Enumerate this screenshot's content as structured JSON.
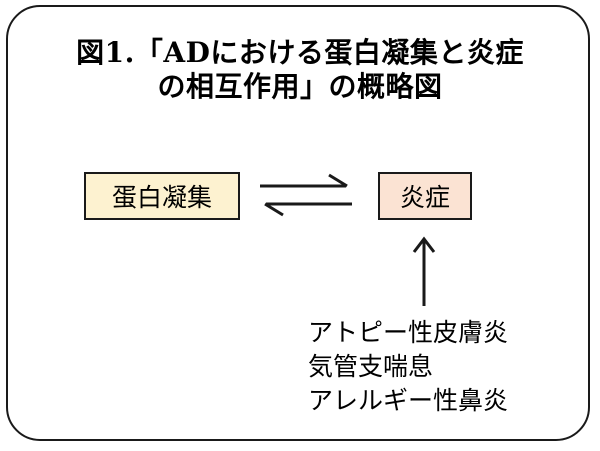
{
  "title": {
    "line1": "図1.「ADにおける蛋白凝集と炎症",
    "line2": "の相互作用」の概略図"
  },
  "nodes": {
    "aggregation": "蛋白凝集",
    "inflammation": "炎症"
  },
  "conditions": [
    "アトピー性皮膚炎",
    "気管支喘息",
    "アレルギー性鼻炎"
  ],
  "colors": {
    "aggregation_fill": "#fdf2d0",
    "inflammation_fill": "#fbe3d3",
    "stroke": "#1a1a1a"
  }
}
